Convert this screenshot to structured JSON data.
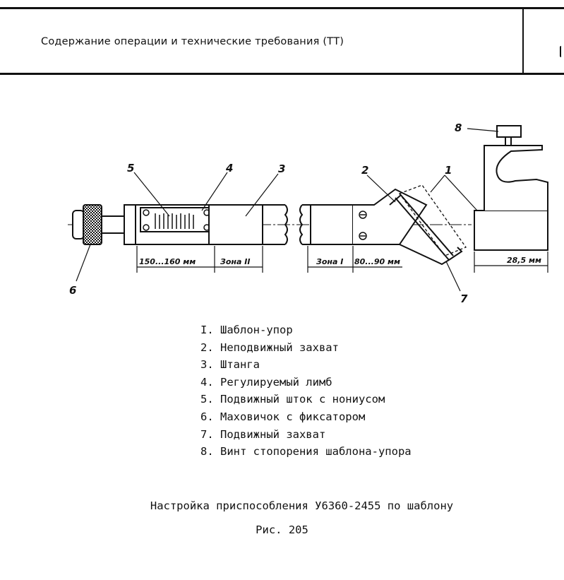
{
  "header": {
    "title": "Содержание операции и технические требования (ТТ)"
  },
  "drawing": {
    "callouts": [
      "1",
      "2",
      "3",
      "4",
      "5",
      "6",
      "7",
      "8"
    ],
    "dimensions": {
      "left_range": "150...160 мм",
      "zone_2": "Зона II",
      "zone_1": "Зона I",
      "right_range": "80...90 мм",
      "stop_width": "28,5 мм"
    }
  },
  "legend": [
    "I. Шаблон-упор",
    "2. Неподвижный захват",
    "3. Штанга",
    "4. Регулируемый лимб",
    "5. Подвижный шток с нониусом",
    "6. Маховичок с фиксатором",
    "7. Подвижный захват",
    "8. Винт стопорения шаблона-упора"
  ],
  "caption": {
    "title": "Настройка приспособления У6360-2455 по шаблону",
    "figure": "Рис. 205"
  }
}
